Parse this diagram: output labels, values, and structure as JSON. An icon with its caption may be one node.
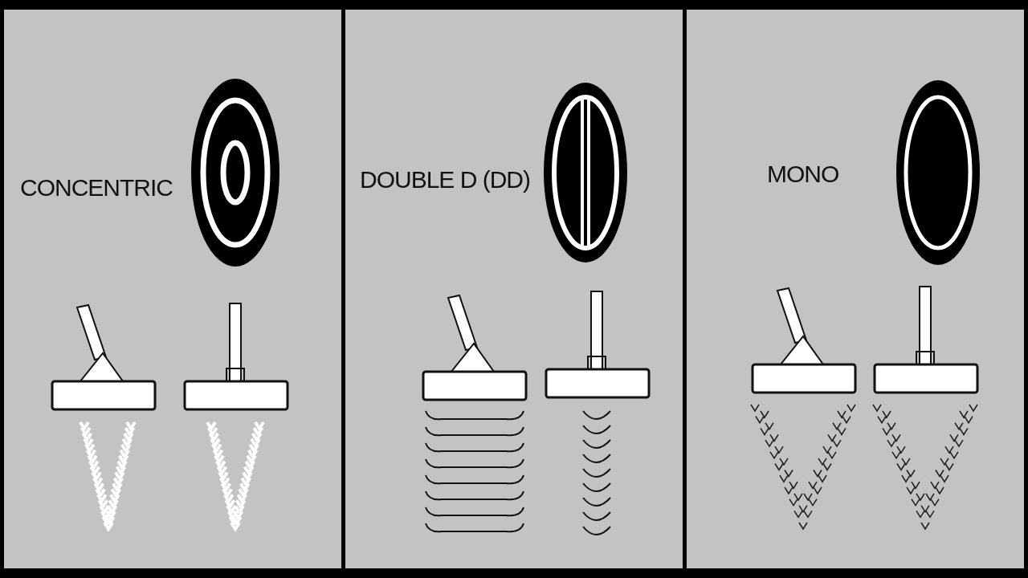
{
  "diagram": {
    "nodes": [
      {
        "text": [
          "CONCENTRIC"
        ]
      },
      {
        "text": [
          "DOUBLE D (DD)"
        ]
      },
      {
        "text": [
          "MONO"
        ]
      }
    ]
  }
}
